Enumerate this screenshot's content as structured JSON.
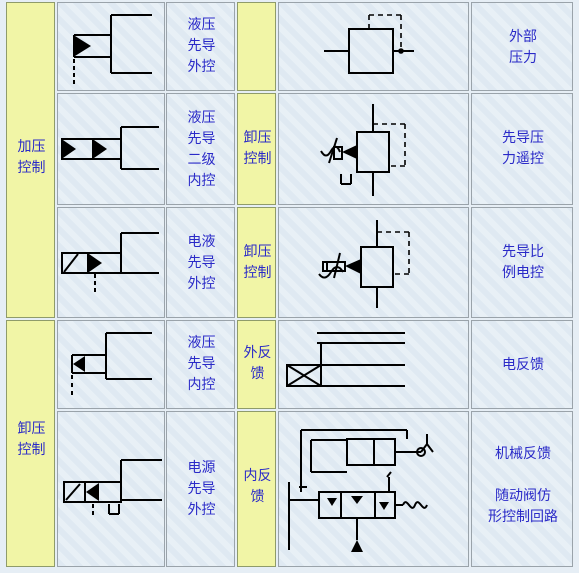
{
  "rows": [
    {
      "left_text": "",
      "col3_text": "液压\n先导\n外控",
      "col5_text": "外部\n压力"
    },
    {
      "left_text": "加压\n控制",
      "col3_text": "液压\n先导\n二级\n内控",
      "col4_text": "卸压\n控制",
      "col5_text": "先导压\n力遥控"
    },
    {
      "col3_text": "电液\n先导\n外控",
      "col4_text": "卸压\n控制",
      "col5_text": "先导比\n例电控"
    },
    {
      "left_text": "卸压\n控制",
      "col3_text": "液压\n先导\n内控",
      "col4_text": "外反\n馈",
      "col5_text": "电反馈"
    },
    {
      "col3_text": "电源\n先导\n外控",
      "col4_text": "内反\n馈",
      "col5_text": "机械反馈\n\n随动阀仿\n形控制回路"
    }
  ]
}
